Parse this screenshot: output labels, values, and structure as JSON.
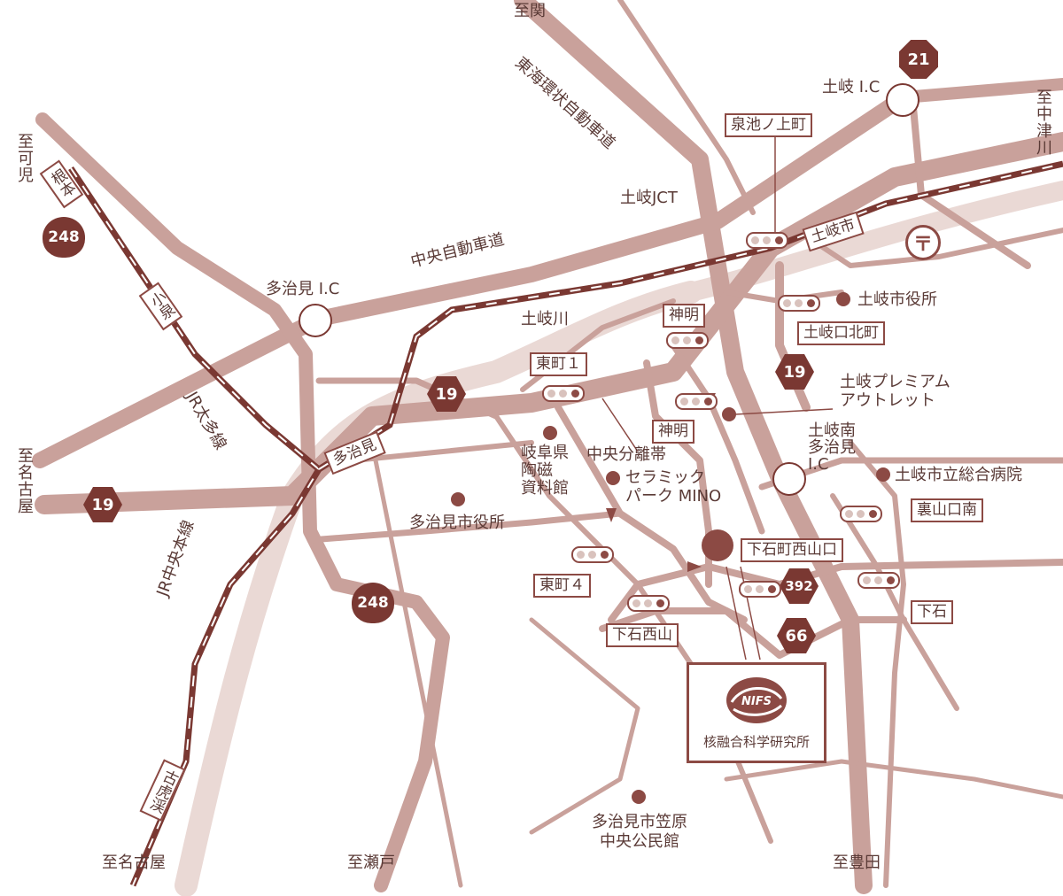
{
  "colors": {
    "road": "#c9a19b",
    "road_light": "#ead9d5",
    "rail": "#7a3832",
    "accent": "#8c4a44",
    "text": "#5a3a36"
  },
  "directions": {
    "seki": "至関",
    "minokamo": "至可児",
    "nakatsugawa": "至中津川",
    "nagoya_left": "至名古屋",
    "nagoya_bottom": "至名古屋",
    "seto": "至瀬戸",
    "toyota": "至豊田"
  },
  "roads": {
    "tokai_kanjo": "東海環状自動車道",
    "chuo_expressway": "中央自動車道",
    "toki_jct": "土岐JCT",
    "chuo_bunritai": "中央分離帯",
    "toki_river": "土岐川",
    "jr_taita": "JR太多線",
    "jr_chuo": "JR中央本線"
  },
  "interchanges": {
    "toki_ic": "土岐 I.C",
    "tajimi_ic": "多治見 I.C",
    "tokiminami_ic": "土岐南\n多治見\nI.C"
  },
  "route_numbers": {
    "r21": "21",
    "r248a": "248",
    "r248b": "248",
    "r19a": "19",
    "r19b": "19",
    "r19c": "19",
    "r392": "392",
    "r66": "66"
  },
  "stations": {
    "nemoto": "根本",
    "koizumi": "小泉",
    "tajimi": "多治見",
    "kokokei": "古虎渓",
    "tokishi": "土岐市"
  },
  "intersections": {
    "izumiikenoue": "泉池ノ上町",
    "shinmei1": "神明",
    "shinmei2": "神明",
    "higashimachi1": "東町１",
    "higashimachi4": "東町４",
    "toki_kitamachi": "土岐口北町",
    "urayamaguchi_minami": "裏山口南",
    "shimoishi_nishiyamaguchi": "下石町西山口",
    "shimoishi_nishiyama": "下石西山",
    "shimoishi": "下石"
  },
  "pois": {
    "toki_city_hall": "土岐市役所",
    "premium_outlet": "土岐プレミアム\nアウトレット",
    "ceramics_museum": "岐阜県\n陶磁\n資料館",
    "ceramic_park": "セラミック\nパーク MINO",
    "tajimi_city_hall": "多治見市役所",
    "toki_hospital": "土岐市立総合病院",
    "kasahara_hall": "多治見市笠原\n中央公民館"
  },
  "destination": {
    "logo_text": "NIFS",
    "name": "核融合科学研究所"
  },
  "postmark_icon": "〒"
}
